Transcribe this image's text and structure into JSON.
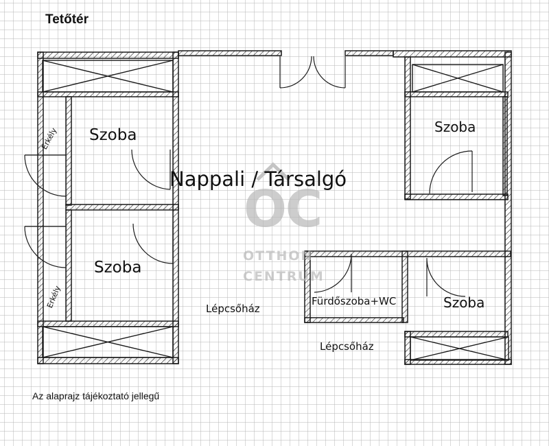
{
  "title": "Tetőtér",
  "rooms": {
    "living": "Nappali / Társalgó",
    "room_top_left": "Szoba",
    "room_bottom_left": "Szoba",
    "room_top_right": "Szoba",
    "room_bottom_right": "Szoba",
    "bathroom": "Fürdőszoba+WC",
    "stairwell_center": "Lépcsőház",
    "stairwell_right": "Lépcsőház",
    "balcony_top": "Erkély",
    "balcony_bottom": "Erkély"
  },
  "note": "Az alaprajz tájékoztató jellegű",
  "watermark": {
    "logo": "OC",
    "line1": "OTTHON",
    "line2": "CENTRUM"
  },
  "colors": {
    "grid": "#b5b5b5",
    "wall": "#1a1a1a",
    "watermark": "#b9b9b9",
    "background": "#ffffff"
  }
}
